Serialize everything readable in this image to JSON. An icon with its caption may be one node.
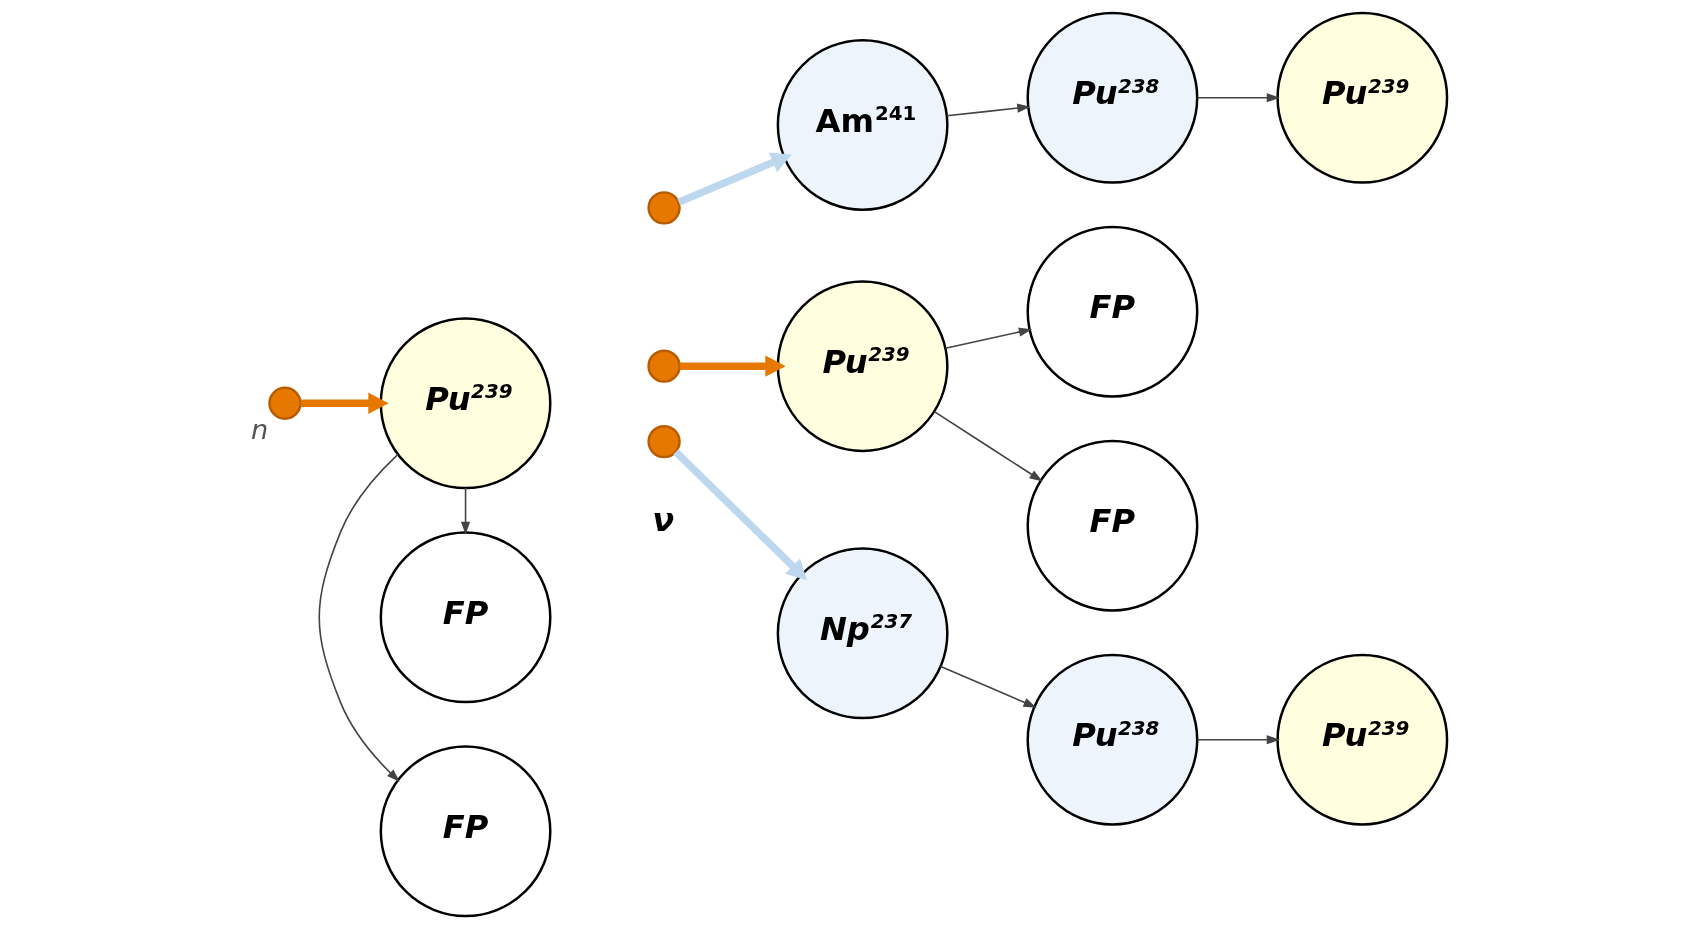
{
  "diagram": {
    "nodes": [
      {
        "text": [],
        "shape": "circle",
        "beside": [
          "n"
        ]
      },
      {
        "text": [
          "Pu$^{239}$"
        ]
      },
      {
        "text": [
          "FP"
        ]
      },
      {
        "text": [
          "FP"
        ]
      },
      {
        "text": [],
        "shape": "circle"
      },
      {
        "text": [],
        "shape": "circle"
      },
      {
        "text": [],
        "shape": "circle"
      },
      {
        "text": [
          "Am$^{241}$"
        ]
      },
      {
        "text": [
          "Pu$^{239}$"
        ]
      },
      {
        "text": [
          "Np$^{237}$"
        ]
      },
      {
        "text": [
          "Pu$^{238}$"
        ]
      },
      {
        "text": [
          "FP"
        ]
      },
      {
        "text": [
          "FP"
        ]
      },
      {
        "text": [
          "Pu$^{238}$"
        ]
      },
      {
        "text": [
          "Pu$^{239}$"
        ]
      },
      {
        "text": [
          "Pu$^{239}$"
        ]
      }
    ],
    "edges": [
      {
        "from": 0,
        "to": 1,
        "arrow": "to",
        "style": "thick",
        "color": "#e67800"
      },
      {
        "from": 1,
        "to": 2,
        "arrow": "to"
      },
      {
        "from": 1,
        "to": 3,
        "arrow": "to"
      },
      {
        "from": 4,
        "to": 7,
        "arrow": "to",
        "style": "thick",
        "color": "#bdd7ee"
      },
      {
        "from": 5,
        "to": 8,
        "arrow": "to",
        "style": "thick",
        "color": "#e67800"
      },
      {
        "from": 6,
        "to": 9,
        "arrow": "to",
        "style": "thick",
        "color": "#bdd7ee"
      },
      {
        "from": 7,
        "to": 10,
        "arrow": "to"
      },
      {
        "from": 10,
        "to": 14,
        "arrow": "to"
      },
      {
        "from": 8,
        "to": 11,
        "arrow": "to"
      },
      {
        "from": 8,
        "to": 12,
        "arrow": "to"
      },
      {
        "from": 9,
        "to": 13,
        "arrow": "to"
      },
      {
        "from": 13,
        "to": 15,
        "arrow": "to"
      }
    ],
    "labels": [
      "ν"
    ]
  }
}
